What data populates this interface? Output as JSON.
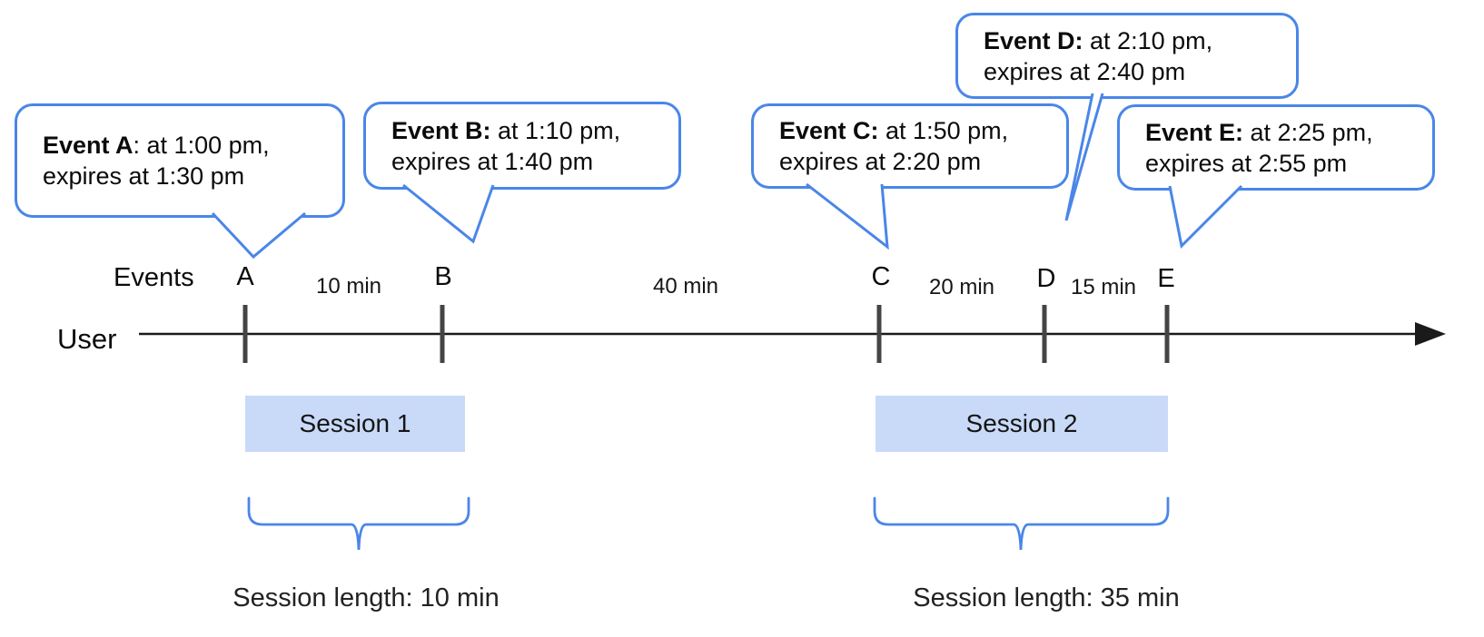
{
  "bubbles": [
    {
      "bold": "Event A",
      "rest": ": at 1:00 pm,",
      "line2": "expires at 1:30 pm"
    },
    {
      "bold": "Event B:",
      "rest": " at 1:10 pm,",
      "line2": "expires at 1:40 pm"
    },
    {
      "bold": "Event C:",
      "rest": " at 1:50 pm,",
      "line2": "expires at 2:20 pm"
    },
    {
      "bold": "Event D:",
      "rest": " at 2:10 pm,",
      "line2": "expires at 2:40 pm"
    },
    {
      "bold": "Event E:",
      "rest": " at 2:25 pm,",
      "line2": "expires at 2:55 pm"
    }
  ],
  "timeline": {
    "events_label": "Events",
    "user_label": "User",
    "event_marks": [
      "A",
      "B",
      "C",
      "D",
      "E"
    ],
    "intervals": [
      "10 min",
      "40 min",
      "20 min",
      "15 min"
    ]
  },
  "sessions": [
    {
      "label": "Session 1",
      "length_label": "Session length: 10 min"
    },
    {
      "label": "Session 2",
      "length_label": "Session length: 35 min"
    }
  ],
  "colors": {
    "accent_blue": "#4a86e8",
    "session_fill": "#c9daf8",
    "tick_gray": "#444444",
    "axis_black": "#1a1a1a"
  }
}
